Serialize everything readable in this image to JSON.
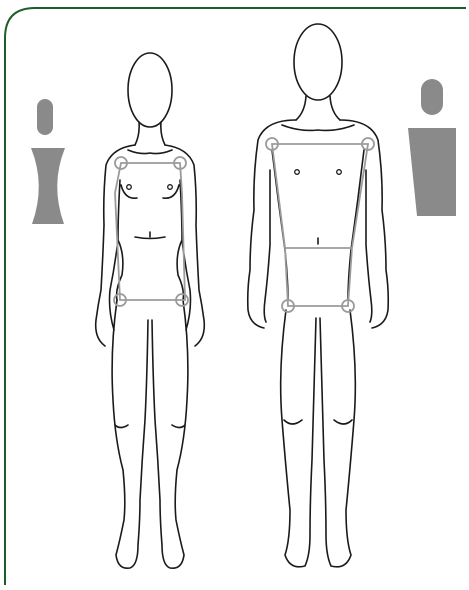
{
  "figure": {
    "frame_color": "#1f5e2c",
    "line_color": "#1a1a1a",
    "marker_color": "#9b9b9b",
    "silhouette_color": "#8a8a8a",
    "background": "#ffffff"
  },
  "figures": [
    {
      "id": "female",
      "silhouette_shape": "hourglass",
      "markers": 4
    },
    {
      "id": "male",
      "silhouette_shape": "inverted-trapezoid",
      "markers": 4
    }
  ]
}
